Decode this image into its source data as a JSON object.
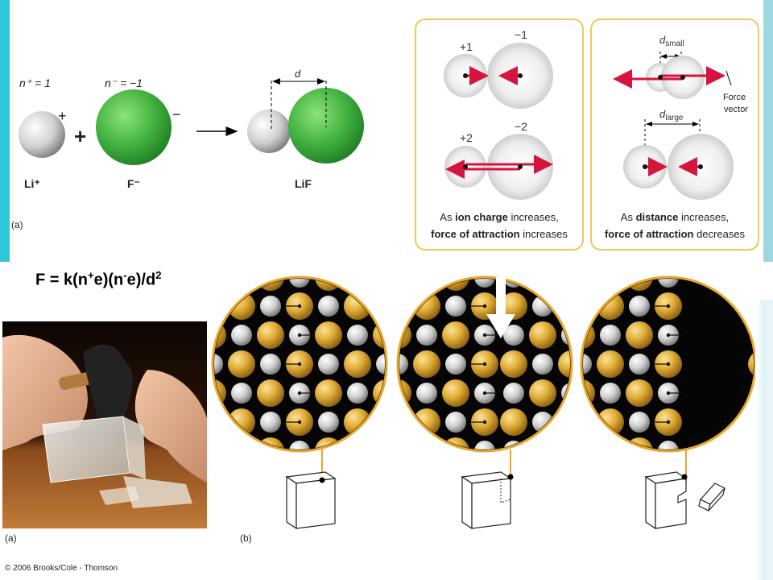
{
  "panel_a": {
    "li_charge_eq": "n⁺ = 1",
    "f_charge_eq": "n⁻ = −1",
    "li_sign": "+",
    "plus_sign": "+",
    "f_sign": "−",
    "distance_label": "d",
    "li_label": "Li⁺",
    "f_label": "F⁻",
    "lif_label": "LiF",
    "caption": "(a)"
  },
  "panel_charge": {
    "label_p1": "+1",
    "label_m1": "−1",
    "label_p2": "+2",
    "label_m2": "−2",
    "caption_line1_pre": "As ",
    "caption_line1_bold": "ion charge",
    "caption_line1_post": " increases,",
    "caption_line2_bold": "force of attraction",
    "caption_line2_post": " increases"
  },
  "panel_distance": {
    "d_small_main": "d",
    "d_small_sub": "small",
    "d_large_main": "d",
    "d_large_sub": "large",
    "force_label_line1": "Force",
    "force_label_line2": "vector",
    "caption_line1_pre": "As ",
    "caption_line1_bold": "distance",
    "caption_line1_post": " increases,",
    "caption_line2_bold": "force of attraction",
    "caption_line2_post": " decreases"
  },
  "formula": {
    "f_part": "F = k(n",
    "sup1": "+",
    "mid1": "e)(n",
    "sup2": "-",
    "mid2": "e)/d",
    "sup3": "2"
  },
  "bottom": {
    "caption_a": "(a)",
    "caption_b": "(b)",
    "copyright": "© 2006 Brooks/Cole - Thomson"
  },
  "colors": {
    "cyan_edge": "#2fc6d9",
    "gold_ion": "#e0ad36",
    "green_ion": "#4cb84a",
    "force_arrow": "#d5153d",
    "panel_border": "#f2c75c",
    "leader_line": "#e8a72a"
  }
}
